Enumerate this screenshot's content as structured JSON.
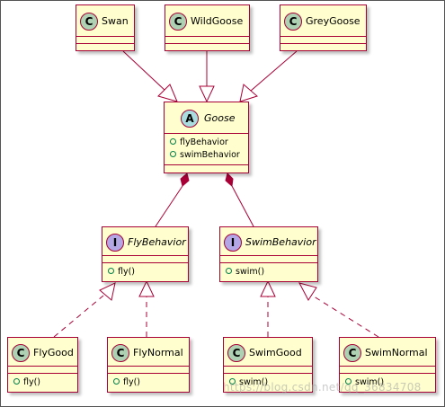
{
  "diagram": {
    "classes": {
      "swan": {
        "name": "Swan",
        "stereotype": "C"
      },
      "wildgoose": {
        "name": "WildGoose",
        "stereotype": "C"
      },
      "greygoose": {
        "name": "GreyGoose",
        "stereotype": "C"
      },
      "goose": {
        "name": "Goose",
        "stereotype": "A",
        "members": [
          "flyBehavior",
          "swimBehavior"
        ]
      },
      "flybehavior": {
        "name": "FlyBehavior",
        "stereotype": "I",
        "members": [
          "fly()"
        ]
      },
      "swimbehavior": {
        "name": "SwimBehavior",
        "stereotype": "I",
        "members": [
          "swim()"
        ]
      },
      "flygood": {
        "name": "FlyGood",
        "stereotype": "C",
        "members": [
          "fly()"
        ]
      },
      "flynormal": {
        "name": "FlyNormal",
        "stereotype": "C",
        "members": [
          "fly()"
        ]
      },
      "swimgood": {
        "name": "SwimGood",
        "stereotype": "C",
        "members": [
          "swim()"
        ]
      },
      "swimnormal": {
        "name": "SwimNormal",
        "stereotype": "C",
        "members": [
          "swim()"
        ]
      }
    },
    "relations": [
      {
        "from": "Swan",
        "to": "Goose",
        "kind": "inheritance"
      },
      {
        "from": "WildGoose",
        "to": "Goose",
        "kind": "inheritance"
      },
      {
        "from": "GreyGoose",
        "to": "Goose",
        "kind": "inheritance"
      },
      {
        "from": "Goose",
        "to": "FlyBehavior",
        "kind": "composition"
      },
      {
        "from": "Goose",
        "to": "SwimBehavior",
        "kind": "composition"
      },
      {
        "from": "FlyGood",
        "to": "FlyBehavior",
        "kind": "realization"
      },
      {
        "from": "FlyNormal",
        "to": "FlyBehavior",
        "kind": "realization"
      },
      {
        "from": "SwimGood",
        "to": "SwimBehavior",
        "kind": "realization"
      },
      {
        "from": "SwimNormal",
        "to": "SwimBehavior",
        "kind": "realization"
      }
    ],
    "colors": {
      "box_fill": "#FEFECE",
      "border": "#A80036",
      "class_badge": "#ADD1B2",
      "abstract_badge": "#A9DCDF",
      "interface_badge": "#B4A7E5",
      "visibility_marker": "#038048"
    }
  },
  "watermark": "https://blog.csdn.net/qq_36834708"
}
